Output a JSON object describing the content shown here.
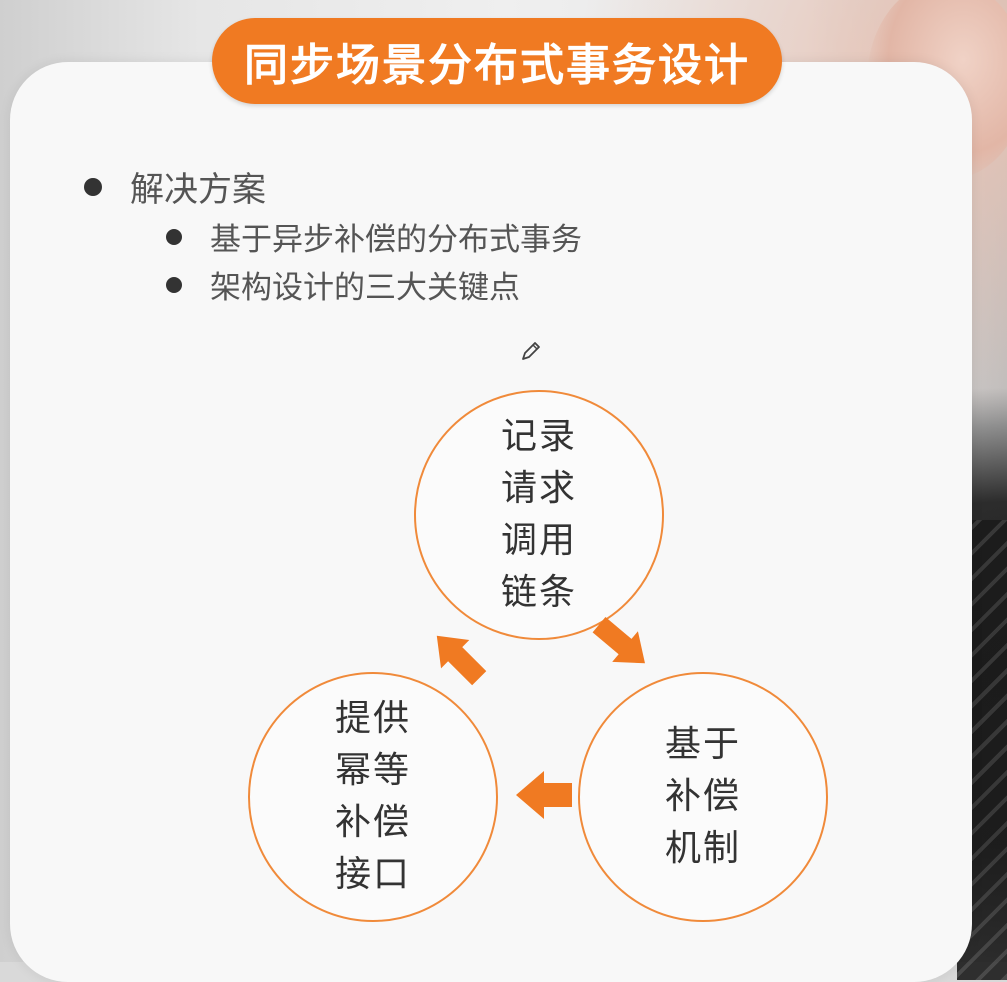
{
  "title": "同步场景分布式事务设计",
  "bullets": {
    "main": "解决方案",
    "sub": [
      "基于异步补偿的分布式事务",
      "架构设计的三大关键点"
    ]
  },
  "cycle": {
    "top": [
      "记录",
      "请求",
      "调用",
      "链条"
    ],
    "right": [
      "基于",
      "补偿",
      "机制"
    ],
    "left": [
      "提供",
      "幂等",
      "补偿",
      "接口"
    ]
  },
  "colors": {
    "accent": "#f07a22",
    "circle_border": "#f08a3a"
  },
  "icons": {
    "annotation": "pencil-icon"
  }
}
